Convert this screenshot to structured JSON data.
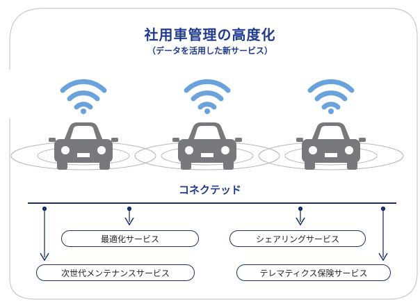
{
  "title": "社用車管理の高度化",
  "subtitle": "（データを活用した新サービス）",
  "hub": {
    "label": "コネクテッド"
  },
  "services": {
    "optimization": "最適化サービス",
    "sharing": "シェアリングサービス",
    "maintenance": "次世代メンテナンスサービス",
    "telematics": "テレマティクス保険サービス"
  },
  "colors": {
    "title": "#1f3a8f",
    "wifi": "#6aa3dc",
    "car": "#77797c",
    "line": "#1c2f6b",
    "ring": "#b7b7b7",
    "frame": "#c9c9c9"
  },
  "icons": {
    "signal": "wifi-icon",
    "vehicle": "car-icon"
  }
}
